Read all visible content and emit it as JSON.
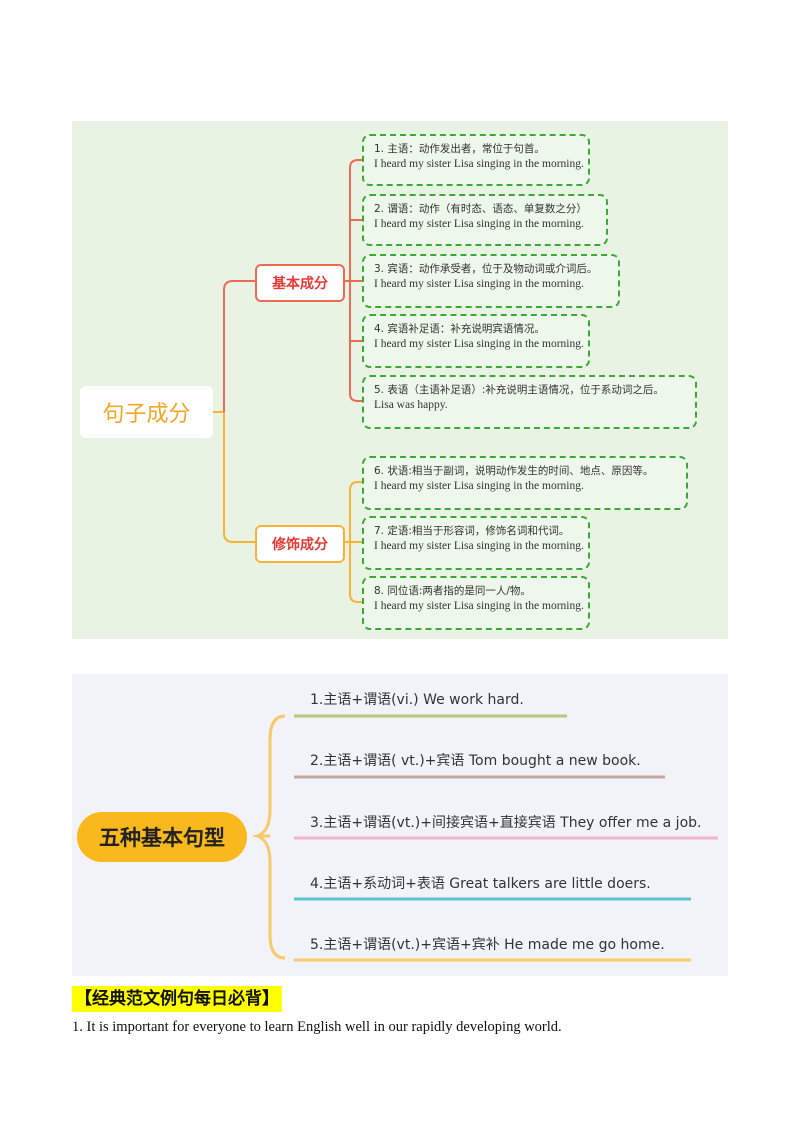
{
  "mindmap1": {
    "root": "句子成分",
    "branches": {
      "basic": "基本成分",
      "modifier": "修饰成分"
    },
    "leaves": [
      {
        "line1": "1. 主语：动作发出者，常位于句首。",
        "line2": "I heard my sister Lisa singing in the morning."
      },
      {
        "line1": "2. 谓语：动作（有时态、语态、单复数之分）",
        "line2": "I heard my sister Lisa singing in the morning."
      },
      {
        "line1": "3. 宾语：动作承受者，位于及物动词或介词后。",
        "line2": "I heard my sister Lisa singing in the morning."
      },
      {
        "line1": "4. 宾语补足语：补充说明宾语情况。",
        "line2": "I heard my sister Lisa singing in the morning."
      },
      {
        "line1": "5. 表语（主语补足语）:补充说明主语情况，位于系动词之后。",
        "line2": "Lisa was happy."
      },
      {
        "line1": "6. 状语:相当于副词，说明动作发生的时间、地点、原因等。",
        "line2": "I heard my sister Lisa singing in the morning."
      },
      {
        "line1": "7. 定语:相当于形容词，修饰名词和代词。",
        "line2": "I heard my sister Lisa singing in the morning."
      },
      {
        "line1": "8. 同位语:两者指的是同一人/物。",
        "line2": "I heard my sister Lisa singing in the morning."
      }
    ]
  },
  "mindmap2": {
    "root": "五种基本句型",
    "patterns": [
      "1.主语+谓语(vi.)   We work hard.",
      "2.主语+谓语( vt.)+宾语  Tom bought a new book.",
      "3.主语+谓语(vt.)+间接宾语+直接宾语  They offer me a job.",
      "4.主语+系动词+表语  Great talkers are little doers.",
      "5.主语+谓语(vt.)+宾语+宾补  He made me go home."
    ]
  },
  "section_heading": "【经典范文例句每日必背】",
  "sentence": "1. It is important for everyone to learn English well in our rapidly developing world.",
  "colors": {
    "leaf_border": "#3aaa35",
    "basic_line": "#ee6a55",
    "modifier_line": "#f6b335",
    "root2_bg": "#f9b81b"
  }
}
